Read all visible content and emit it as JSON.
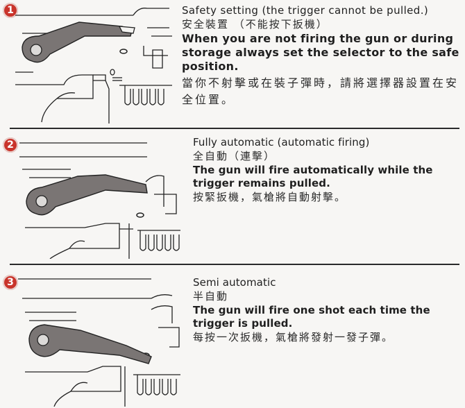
{
  "sections": [
    {
      "number": "1",
      "title": "Safety setting (the trigger cannot be pulled.)",
      "title_zh": "安全裝置 （不能按下扳機）",
      "body": "When you are not firing the gun or during storage always set the selector to the safe position.",
      "body_zh": "當你不射擊或在裝子彈時，請將選擇器設置在安全位置。"
    },
    {
      "number": "2",
      "title": "Fully automatic (automatic firing)",
      "title_zh": "全自動（連擊）",
      "body": "The gun will fire automatically while the trigger remains pulled.",
      "body_zh": "按緊扳機，氣槍將自動射擊。"
    },
    {
      "number": "3",
      "title": "Semi automatic",
      "title_zh": "半自動",
      "body": "The gun will fire one shot each time the trigger is pulled.",
      "body_zh": "每按一次扳機，氣槍將發射一發子彈。"
    }
  ],
  "colors": {
    "badge": "#c9342b",
    "selector_fill": "#7a7574",
    "ink": "#1f1f1f"
  }
}
